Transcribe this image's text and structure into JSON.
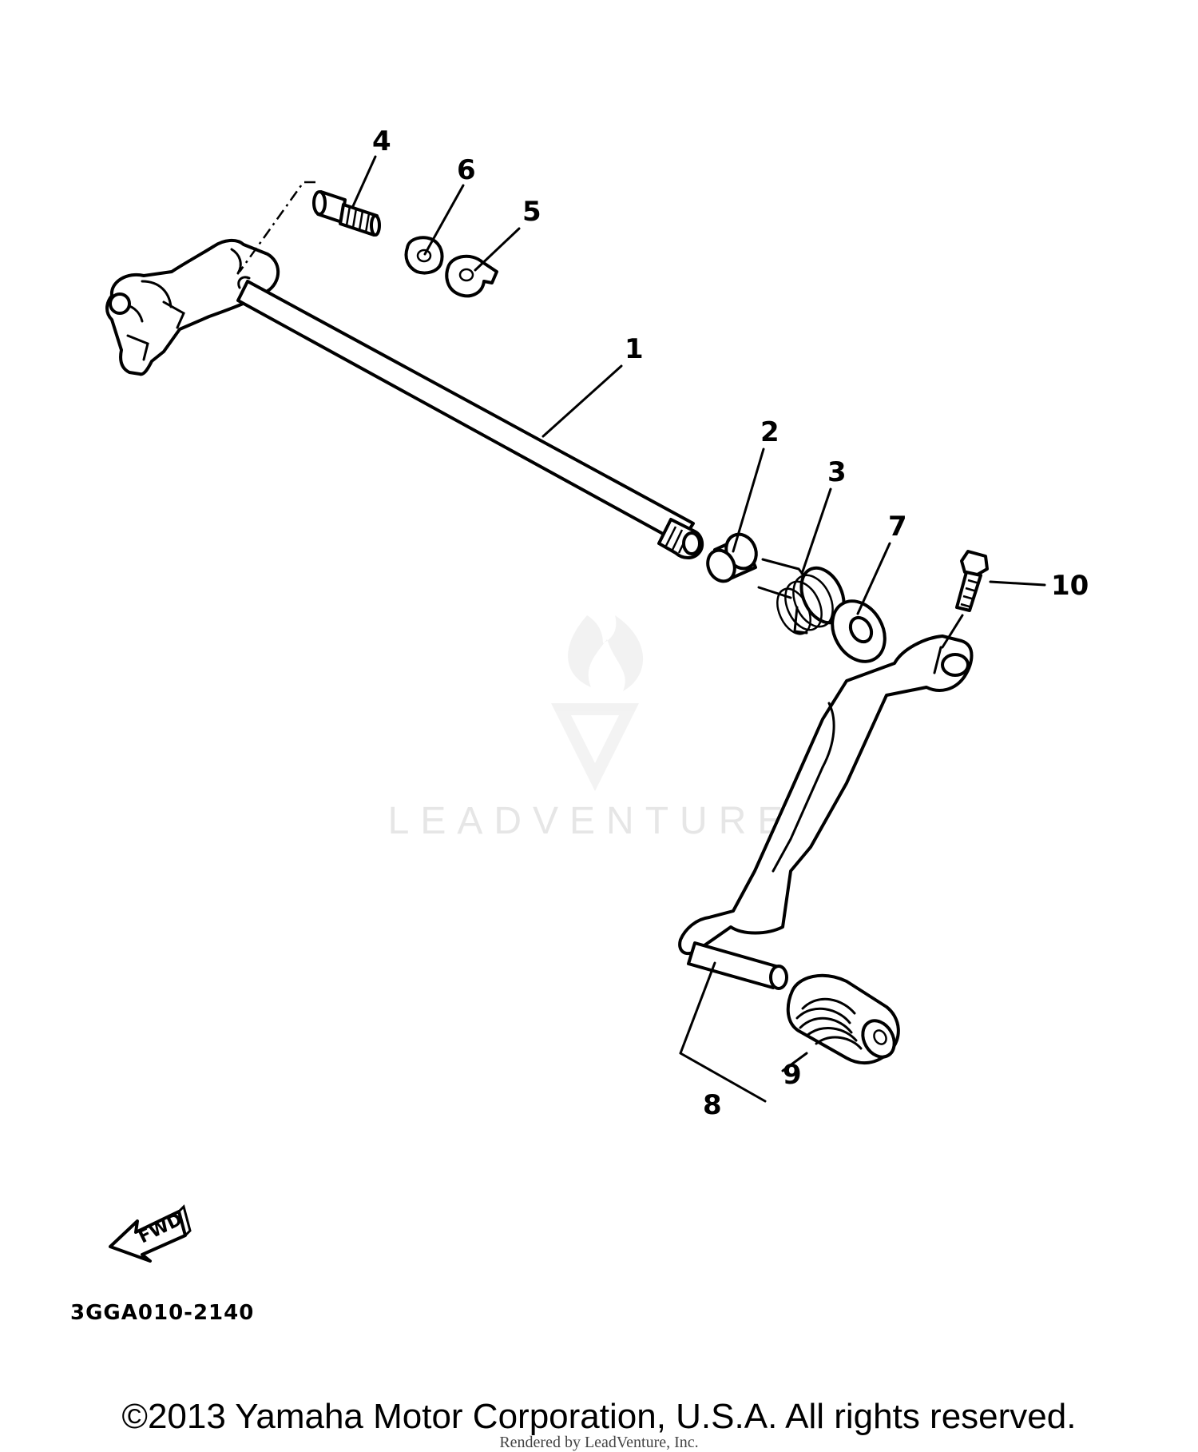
{
  "diagram": {
    "callouts": {
      "c1": "1",
      "c2": "2",
      "c3": "3",
      "c4": "4",
      "c5": "5",
      "c6": "6",
      "c7": "7",
      "c8": "8",
      "c9": "9",
      "c10": "10"
    },
    "fwd_label": "FWD",
    "diagram_code": "3GGA010-2140",
    "copyright": "©2013 Yamaha Motor Corporation, U.S.A. All rights reserved.",
    "rendered_by": "Rendered by LeadVenture, Inc.",
    "watermark": "LEADVENTURE"
  }
}
